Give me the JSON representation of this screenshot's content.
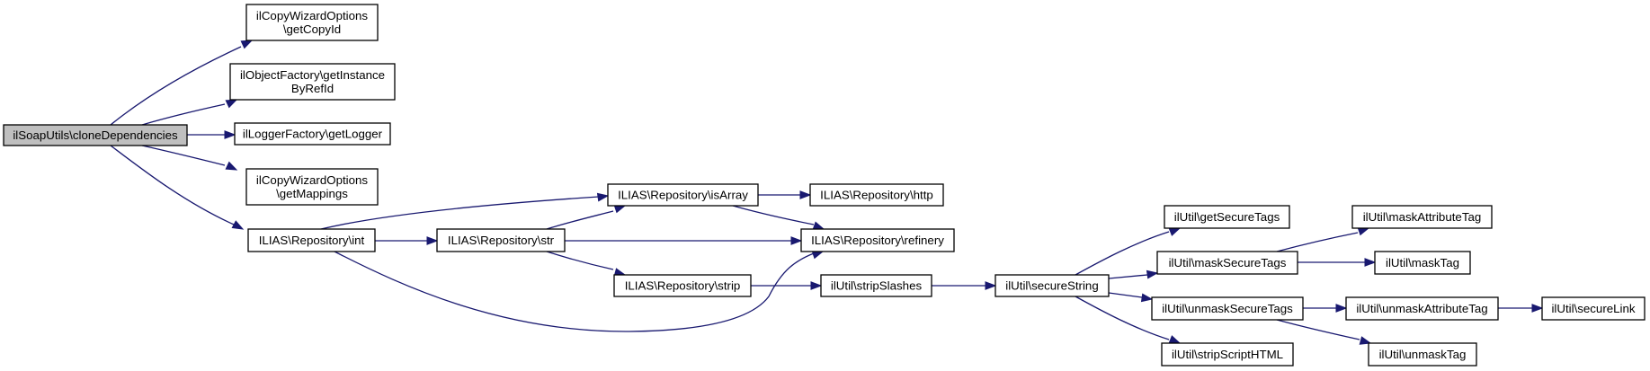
{
  "diagram": {
    "type": "call-graph",
    "root": "cloneDependencies",
    "colors": {
      "edge": "#191970",
      "root_fill": "#bfbfbf",
      "node_fill": "#ffffff",
      "node_border": "#000000"
    },
    "nodes": [
      {
        "id": "cloneDependencies",
        "lines": [
          "ilSoapUtils\\cloneDependencies"
        ],
        "root": true
      },
      {
        "id": "getCopyId",
        "lines": [
          "ilCopyWizardOptions",
          "\\getCopyId"
        ]
      },
      {
        "id": "getInstanceByRefId",
        "lines": [
          "ilObjectFactory\\getInstance",
          "ByRefId"
        ]
      },
      {
        "id": "getLogger",
        "lines": [
          "ilLoggerFactory\\getLogger"
        ]
      },
      {
        "id": "getMappings",
        "lines": [
          "ilCopyWizardOptions",
          "\\getMappings"
        ]
      },
      {
        "id": "int",
        "lines": [
          "ILIAS\\Repository\\int"
        ]
      },
      {
        "id": "str",
        "lines": [
          "ILIAS\\Repository\\str"
        ]
      },
      {
        "id": "isArray",
        "lines": [
          "ILIAS\\Repository\\isArray"
        ]
      },
      {
        "id": "strip",
        "lines": [
          "ILIAS\\Repository\\strip"
        ]
      },
      {
        "id": "http",
        "lines": [
          "ILIAS\\Repository\\http"
        ]
      },
      {
        "id": "refinery",
        "lines": [
          "ILIAS\\Repository\\refinery"
        ]
      },
      {
        "id": "stripSlashes",
        "lines": [
          "ilUtil\\stripSlashes"
        ]
      },
      {
        "id": "secureString",
        "lines": [
          "ilUtil\\secureString"
        ]
      },
      {
        "id": "getSecureTags",
        "lines": [
          "ilUtil\\getSecureTags"
        ]
      },
      {
        "id": "maskSecureTags",
        "lines": [
          "ilUtil\\maskSecureTags"
        ]
      },
      {
        "id": "unmaskSecureTags",
        "lines": [
          "ilUtil\\unmaskSecureTags"
        ]
      },
      {
        "id": "stripScriptHTML",
        "lines": [
          "ilUtil\\stripScriptHTML"
        ]
      },
      {
        "id": "maskAttributeTag",
        "lines": [
          "ilUtil\\maskAttributeTag"
        ]
      },
      {
        "id": "maskTag",
        "lines": [
          "ilUtil\\maskTag"
        ]
      },
      {
        "id": "unmaskAttributeTag",
        "lines": [
          "ilUtil\\unmaskAttributeTag"
        ]
      },
      {
        "id": "secureLink",
        "lines": [
          "ilUtil\\secureLink"
        ]
      },
      {
        "id": "unmaskTag",
        "lines": [
          "ilUtil\\unmaskTag"
        ]
      }
    ],
    "edges": [
      {
        "from": "cloneDependencies",
        "to": "getCopyId"
      },
      {
        "from": "cloneDependencies",
        "to": "getInstanceByRefId"
      },
      {
        "from": "cloneDependencies",
        "to": "getLogger"
      },
      {
        "from": "cloneDependencies",
        "to": "getMappings"
      },
      {
        "from": "cloneDependencies",
        "to": "int"
      },
      {
        "from": "int",
        "to": "isArray"
      },
      {
        "from": "int",
        "to": "str"
      },
      {
        "from": "int",
        "to": "refinery"
      },
      {
        "from": "str",
        "to": "isArray"
      },
      {
        "from": "str",
        "to": "refinery"
      },
      {
        "from": "str",
        "to": "strip"
      },
      {
        "from": "isArray",
        "to": "http"
      },
      {
        "from": "isArray",
        "to": "refinery"
      },
      {
        "from": "strip",
        "to": "stripSlashes"
      },
      {
        "from": "stripSlashes",
        "to": "secureString"
      },
      {
        "from": "secureString",
        "to": "getSecureTags"
      },
      {
        "from": "secureString",
        "to": "maskSecureTags"
      },
      {
        "from": "secureString",
        "to": "unmaskSecureTags"
      },
      {
        "from": "secureString",
        "to": "stripScriptHTML"
      },
      {
        "from": "maskSecureTags",
        "to": "maskAttributeTag"
      },
      {
        "from": "maskSecureTags",
        "to": "maskTag"
      },
      {
        "from": "unmaskSecureTags",
        "to": "unmaskAttributeTag"
      },
      {
        "from": "unmaskSecureTags",
        "to": "unmaskTag"
      },
      {
        "from": "unmaskAttributeTag",
        "to": "secureLink"
      }
    ]
  }
}
